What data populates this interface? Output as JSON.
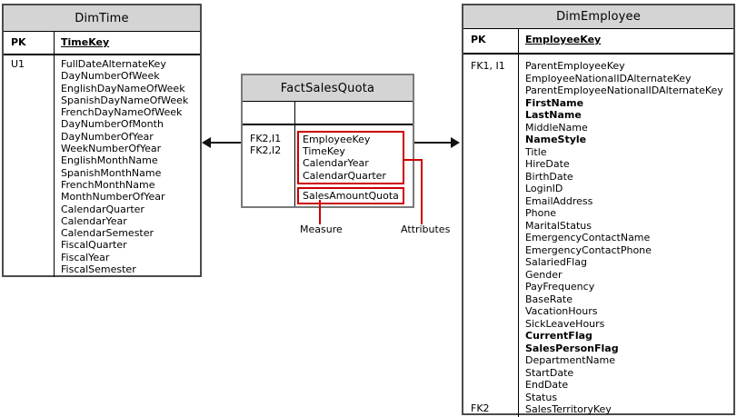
{
  "diagram": {
    "colors": {
      "header_bg": "#d4d4d4",
      "table_border": "#4b4b4b",
      "fact_border": "#7a7a7a",
      "line_black": "#111111",
      "annotation_red": "#cc0000",
      "text_color": "#000000"
    },
    "tables": {
      "dim_time": {
        "title": "DimTime",
        "pk_label": "PK",
        "pk_column": "TimeKey",
        "unique_key_label": "U1",
        "columns": [
          "FullDateAlternateKey",
          "DayNumberOfWeek",
          "EnglishDayNameOfWeek",
          "SpanishDayNameOfWeek",
          "FrenchDayNameOfWeek",
          "DayNumberOfMonth",
          "DayNumberOfYear",
          "WeekNumberOfYear",
          "EnglishMonthName",
          "SpanishMonthName",
          "FrenchMonthName",
          "MonthNumberOfYear",
          "CalendarQuarter",
          "CalendarYear",
          "CalendarSemester",
          "FiscalQuarter",
          "FiscalYear",
          "FiscalSemester"
        ]
      },
      "fact_sales_quota": {
        "title": "FactSalesQuota",
        "key_labels": [
          "FK2,I1",
          "FK2,I2"
        ],
        "attribute_columns": [
          "EmployeeKey",
          "TimeKey",
          "CalendarYear",
          "CalendarQuarter"
        ],
        "measure_columns": [
          "SalesAmountQuota"
        ]
      },
      "dim_employee": {
        "title": "DimEmployee",
        "pk_label": "PK",
        "pk_column": "EmployeeKey",
        "fk_label_top": "FK1, I1",
        "fk_label_bottom": "FK2",
        "columns": [
          "ParentEmployeeKey",
          "EmployeeNationalIDAlternateKey",
          "ParentEmployeeNationalIDAlternateKey",
          {
            "text": "FirstName",
            "bold": true
          },
          {
            "text": "LastName",
            "bold": true
          },
          "MiddleName",
          {
            "text": "NameStyle",
            "bold": true
          },
          "Title",
          "HireDate",
          "BirthDate",
          "LoginID",
          "EmailAddress",
          "Phone",
          "MaritalStatus",
          "EmergencyContactName",
          "EmergencyContactPhone",
          "SalariedFlag",
          "Gender",
          "PayFrequency",
          "BaseRate",
          "VacationHours",
          "SickLeaveHours",
          {
            "text": "CurrentFlag",
            "bold": true
          },
          {
            "text": "SalesPersonFlag",
            "bold": true
          },
          "DepartmentName",
          "StartDate",
          "EndDate",
          "Status",
          "SalesTerritoryKey"
        ]
      }
    },
    "annotations": {
      "measure_label": "Measure",
      "attributes_label": "Attributes"
    }
  }
}
